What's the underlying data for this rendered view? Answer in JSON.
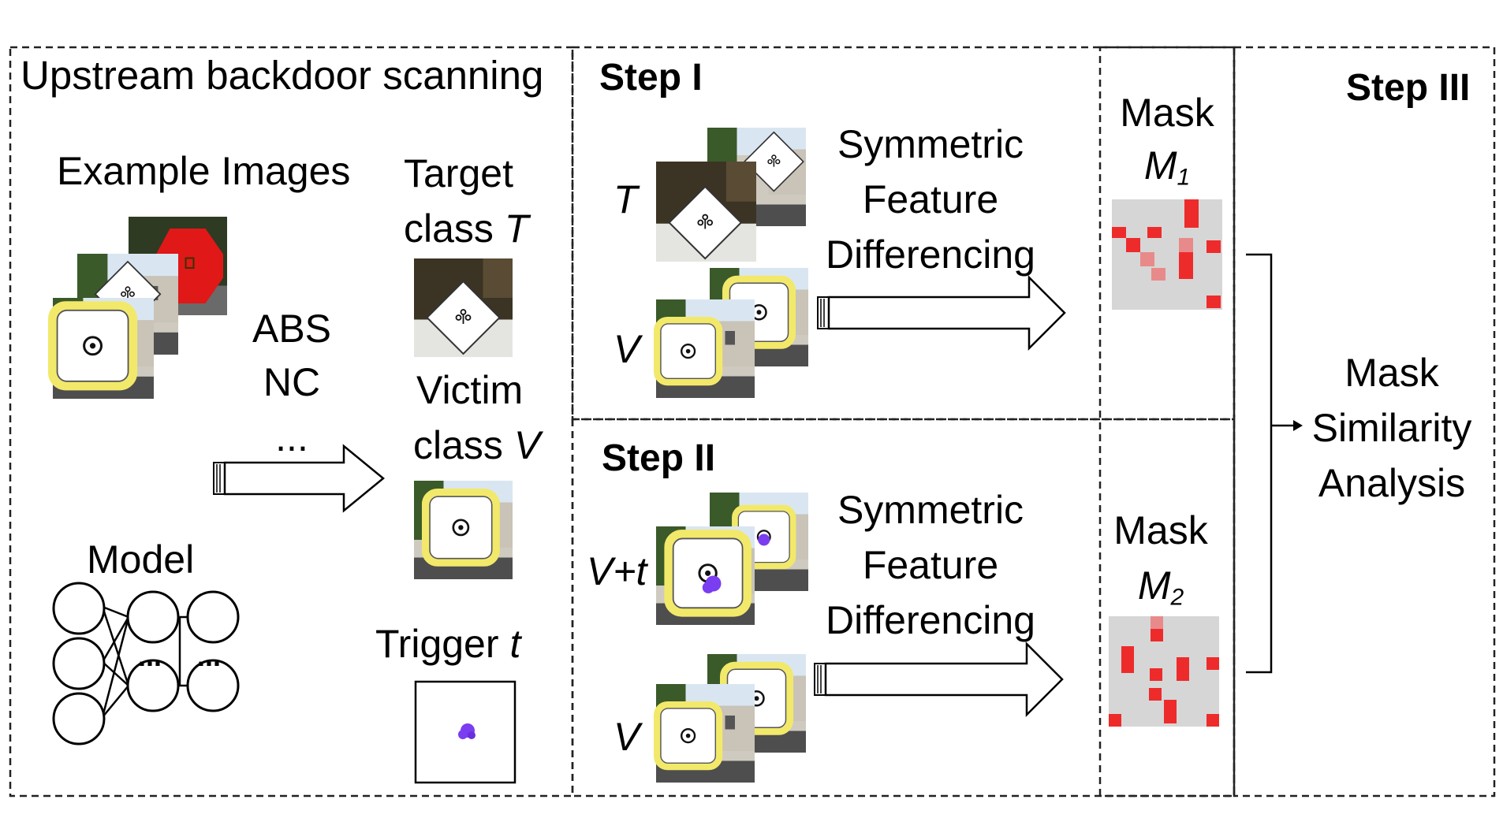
{
  "left_panel": {
    "title": "Upstream backdoor scanning",
    "example_images_label": "Example Images",
    "methods": [
      "ABS",
      "NC",
      "..."
    ],
    "model_label": "Model",
    "model_ellipsis": [
      "...",
      "..."
    ],
    "target_label_line1": "Target",
    "target_label_line2": "class",
    "target_symbol": "T",
    "victim_label_line1": "Victim",
    "victim_label_line2": "class",
    "victim_symbol": "V",
    "trigger_label": "Trigger",
    "trigger_symbol": "t"
  },
  "step1": {
    "title": "Step I",
    "row_labels": [
      "T",
      "V"
    ],
    "process_lines": [
      "Symmetric",
      "Feature",
      "Differencing"
    ]
  },
  "step2": {
    "title": "Step II",
    "row_labels": [
      "V+t",
      "V"
    ],
    "process_lines": [
      "Symmetric",
      "Feature",
      "Differencing"
    ]
  },
  "masks": {
    "m1_label": "Mask",
    "m1_symbol": "M",
    "m1_sub": "1",
    "m2_label": "Mask",
    "m2_symbol": "M",
    "m2_sub": "2"
  },
  "step3": {
    "title": "Step III",
    "result_lines": [
      "Mask",
      "Similarity",
      "Analysis"
    ]
  },
  "colors": {
    "mask_bg": "#d6d6d6",
    "mask_red": "#ee2b2b",
    "mask_pink": "#e88a8a",
    "stop_sign": "#e01818",
    "sign_frame": "#f2e96a",
    "trigger_purple": "#7a3df0",
    "foliage": "#3b3424",
    "wall": "#c9c3b8",
    "sky": "#d9e6f2"
  }
}
